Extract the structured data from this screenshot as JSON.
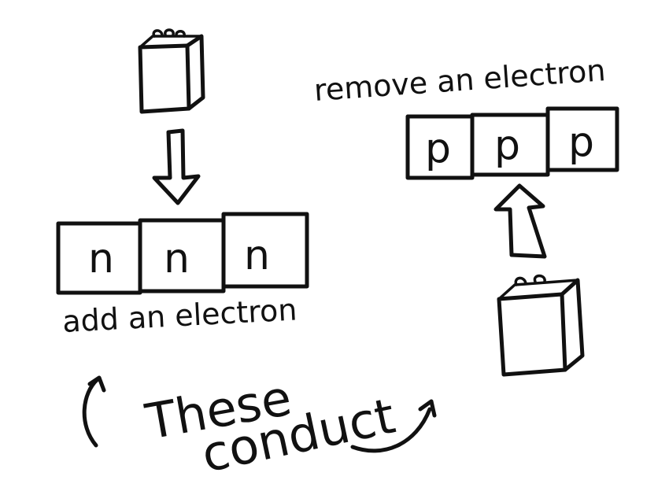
{
  "left_group": {
    "cells": [
      "n",
      "n",
      "n"
    ],
    "label": "add an electron"
  },
  "right_group": {
    "cells": [
      "p",
      "p",
      "p"
    ],
    "label": "remove an electron"
  },
  "bottom": {
    "word1": "These",
    "word2": "conduct"
  },
  "colors": {
    "ink": "#111111",
    "paper": "#ffffff"
  }
}
